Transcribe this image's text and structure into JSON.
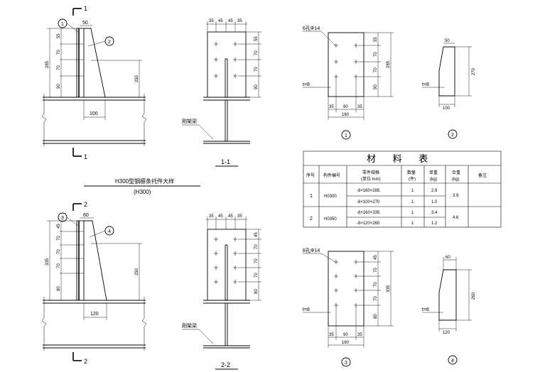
{
  "section_marks": {
    "s1_top": "1",
    "s1_bottom": "1",
    "s2_top": "2",
    "s2_bottom": "2"
  },
  "balloons": [
    "1",
    "2",
    "3",
    "4"
  ],
  "elevation_1": {
    "top_dim": "50",
    "vertical_dims": [
      "55",
      "70",
      "70",
      "90"
    ],
    "total_left": "285",
    "right_dim": "250",
    "bottom_dim": "100"
  },
  "elevation_2": {
    "top_dim": "60",
    "vertical_dims": [
      "45",
      "70",
      "70",
      "70",
      "80"
    ],
    "total_left": "335",
    "right_dim": "250",
    "bottom_dim": "120"
  },
  "section_1_1": {
    "top_dims": [
      "35",
      "45",
      "45",
      "35"
    ],
    "side_dims": [
      "55",
      "70",
      "70",
      "90"
    ],
    "label": "刚架梁",
    "title": "1-1"
  },
  "section_2_2": {
    "top_dims": [
      "35",
      "45",
      "45",
      "35"
    ],
    "side_dims": [
      "45",
      "70",
      "70",
      "70",
      "80"
    ],
    "label": "刚架梁",
    "title": "2-2"
  },
  "detail_title": "H300型钢檩条托件大样",
  "detail_subtitle": "(H300)",
  "plate_1": {
    "hole_note": "6孔Φ14",
    "thickness": "t=8",
    "side_dims": [
      "55",
      "70",
      "70",
      "90"
    ],
    "total": "285",
    "bottom_dims": [
      "35",
      "90",
      "35"
    ],
    "width": "160",
    "number": "1"
  },
  "plate_2": {
    "top_dim": "50",
    "height": "270",
    "thickness": "t=8",
    "width": "100",
    "number": "2"
  },
  "plate_3": {
    "hole_note": "8孔Φ14",
    "thickness": "t=8",
    "side_dims": [
      "45",
      "70",
      "70",
      "70",
      "80"
    ],
    "total": "335",
    "bottom_dims": [
      "35",
      "90",
      "35"
    ],
    "width": "160",
    "number": "3"
  },
  "plate_4": {
    "top_dim": "60",
    "height": "260",
    "thickness": "t=8",
    "width": "120",
    "number": "4"
  },
  "material_table": {
    "title": "材 料 表",
    "headers": [
      "序号",
      "构件编号",
      "零件规格",
      "(单位:mm)",
      "数量",
      "(件)",
      "单重",
      "(kg)",
      "合重",
      "(kg)",
      "备注"
    ],
    "rows": [
      {
        "no": "1",
        "code": "H0300",
        "spec": "-8×160×285",
        "qty": "1",
        "unit": "2.9",
        "total": "3.9"
      },
      {
        "no": "",
        "code": "",
        "spec": "-8×100×270",
        "qty": "1",
        "unit": "1.0",
        "total": ""
      },
      {
        "no": "2",
        "code": "H0350",
        "spec": "-8×160×335",
        "qty": "1",
        "unit": "3.4",
        "total": "4.6"
      },
      {
        "no": "",
        "code": "",
        "spec": "-8×120×260",
        "qty": "1",
        "unit": "1.2",
        "total": ""
      }
    ]
  }
}
